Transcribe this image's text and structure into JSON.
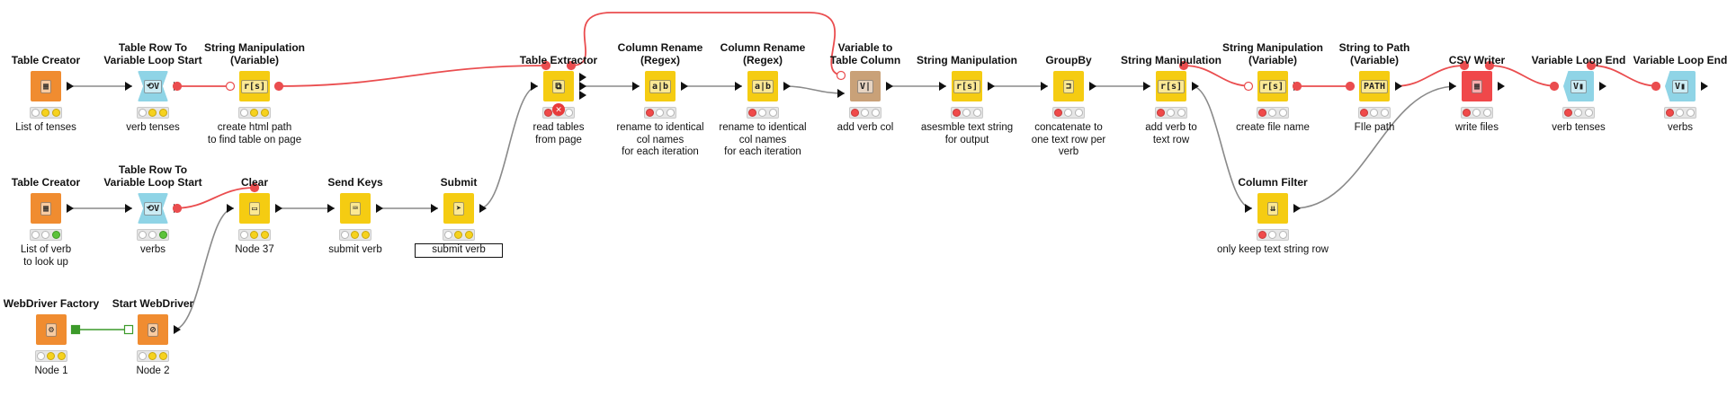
{
  "workflow": {
    "nodes": [
      {
        "id": "tc1",
        "title": "Table Creator",
        "label": "List of tenses",
        "kind": "orange",
        "icon": "table-creator-icon",
        "glyph": "▦",
        "status": [
          "white",
          "yellow",
          "yellow"
        ]
      },
      {
        "id": "loop1",
        "title": "Table Row To\nVariable Loop Start",
        "label": "verb tenses",
        "kind": "blue",
        "icon": "loop-start-icon",
        "glyph": "⟲V",
        "status": [
          "white",
          "yellow",
          "yellow"
        ]
      },
      {
        "id": "smv1",
        "title": "String Manipulation\n(Variable)",
        "label": "create html path\nto find  table on page",
        "kind": "yellow",
        "icon": "string-manipulation-variable-icon",
        "glyph": "r[s]",
        "status": [
          "white",
          "yellow",
          "yellow"
        ]
      },
      {
        "id": "tc2",
        "title": "Table Creator",
        "label": "List of verb\nto look up",
        "kind": "orange",
        "icon": "table-creator-icon",
        "glyph": "▦",
        "status": [
          "white",
          "white",
          "green"
        ]
      },
      {
        "id": "loop2",
        "title": "Table Row To\nVariable Loop Start",
        "label": "verbs",
        "kind": "blue",
        "icon": "loop-start-icon",
        "glyph": "⟲V",
        "status": [
          "white",
          "white",
          "green"
        ]
      },
      {
        "id": "clear",
        "title": "Clear",
        "label": "Node 37",
        "kind": "yellow",
        "icon": "clear-icon",
        "glyph": "▭",
        "status": [
          "white",
          "yellow",
          "yellow"
        ]
      },
      {
        "id": "sendkeys",
        "title": "Send Keys",
        "label": "submit verb",
        "kind": "yellow",
        "icon": "send-keys-icon",
        "glyph": "⌨",
        "status": [
          "white",
          "yellow",
          "yellow"
        ]
      },
      {
        "id": "submit",
        "title": "Submit",
        "label": "submit verb",
        "kind": "yellow",
        "icon": "submit-icon",
        "glyph": "➤",
        "status": [
          "white",
          "yellow",
          "yellow"
        ],
        "boxed": true
      },
      {
        "id": "wdf",
        "title": "WebDriver Factory",
        "label": "Node 1",
        "kind": "orange",
        "icon": "webdriver-factory-icon",
        "glyph": "⚙",
        "status": [
          "white",
          "yellow",
          "yellow"
        ]
      },
      {
        "id": "swd",
        "title": "Start WebDriver",
        "label": "Node 2",
        "kind": "orange",
        "icon": "start-webdriver-icon",
        "glyph": "⊘",
        "status": [
          "white",
          "yellow",
          "yellow"
        ]
      },
      {
        "id": "tex",
        "title": "Table Extractor",
        "label": "read tables\nfrom page",
        "kind": "yellow",
        "icon": "table-extractor-icon",
        "glyph": "⧉",
        "status": [
          "red",
          "white",
          "white"
        ],
        "error": true
      },
      {
        "id": "cr1",
        "title": "Column Rename\n(Regex)",
        "label": "rename to identical\ncol names\nfor each iteration",
        "kind": "yellow",
        "icon": "column-rename-icon",
        "glyph": "a|b",
        "status": [
          "red",
          "white",
          "white"
        ]
      },
      {
        "id": "cr2",
        "title": "Column Rename\n(Regex)",
        "label": "rename to identical\ncol names\nfor each iteration",
        "kind": "yellow",
        "icon": "column-rename-icon",
        "glyph": "a|b",
        "status": [
          "red",
          "white",
          "white"
        ]
      },
      {
        "id": "v2tc",
        "title": "Variable to\nTable Column",
        "label": "add verb col",
        "kind": "brown",
        "icon": "variable-to-column-icon",
        "glyph": "V|",
        "status": [
          "red",
          "white",
          "white"
        ]
      },
      {
        "id": "sm1",
        "title": "String Manipulation",
        "label": "asesmble text string\nfor output",
        "kind": "yellow",
        "icon": "string-manipulation-icon",
        "glyph": "r[s]",
        "status": [
          "red",
          "white",
          "white"
        ]
      },
      {
        "id": "gb",
        "title": "GroupBy",
        "label": "concatenate to\none text row per\nverb",
        "kind": "yellow",
        "icon": "groupby-icon",
        "glyph": "⊐",
        "status": [
          "red",
          "white",
          "white"
        ]
      },
      {
        "id": "sm2",
        "title": "String Manipulation",
        "label": "add verb to\ntext row",
        "kind": "yellow",
        "icon": "string-manipulation-icon",
        "glyph": "r[s]",
        "status": [
          "red",
          "white",
          "white"
        ]
      },
      {
        "id": "smv2",
        "title": "String Manipulation\n(Variable)",
        "label": "create file name",
        "kind": "yellow",
        "icon": "string-manipulation-variable-icon",
        "glyph": "r[s]",
        "status": [
          "red",
          "white",
          "white"
        ]
      },
      {
        "id": "s2p",
        "title": "String to Path\n(Variable)",
        "label": "FIle path",
        "kind": "yellow",
        "icon": "string-to-path-icon",
        "glyph": "PATH",
        "status": [
          "red",
          "white",
          "white"
        ]
      },
      {
        "id": "cf",
        "title": "Column Filter",
        "label": "only keep text string row",
        "kind": "yellow",
        "icon": "column-filter-icon",
        "glyph": "⇊",
        "status": [
          "red",
          "white",
          "white"
        ]
      },
      {
        "id": "csv",
        "title": "CSV Writer",
        "label": "write files",
        "kind": "red",
        "icon": "csv-writer-icon",
        "glyph": "▦",
        "status": [
          "red",
          "white",
          "white"
        ]
      },
      {
        "id": "vle1",
        "title": "Variable Loop End",
        "label": "verb  tenses",
        "kind": "blue-end",
        "icon": "loop-end-icon",
        "glyph": "V▮",
        "status": [
          "red",
          "white",
          "white"
        ]
      },
      {
        "id": "vle2",
        "title": "Variable Loop End",
        "label": "verbs",
        "kind": "blue-end",
        "icon": "loop-end-icon",
        "glyph": "V▮",
        "status": [
          "red",
          "white",
          "white"
        ]
      }
    ]
  },
  "colors": {
    "flow_variable_connection": "#ea4d4f",
    "data_connection": "#8a8a8a",
    "port": "#111111",
    "webdriver_port": "#3c9a2a"
  }
}
